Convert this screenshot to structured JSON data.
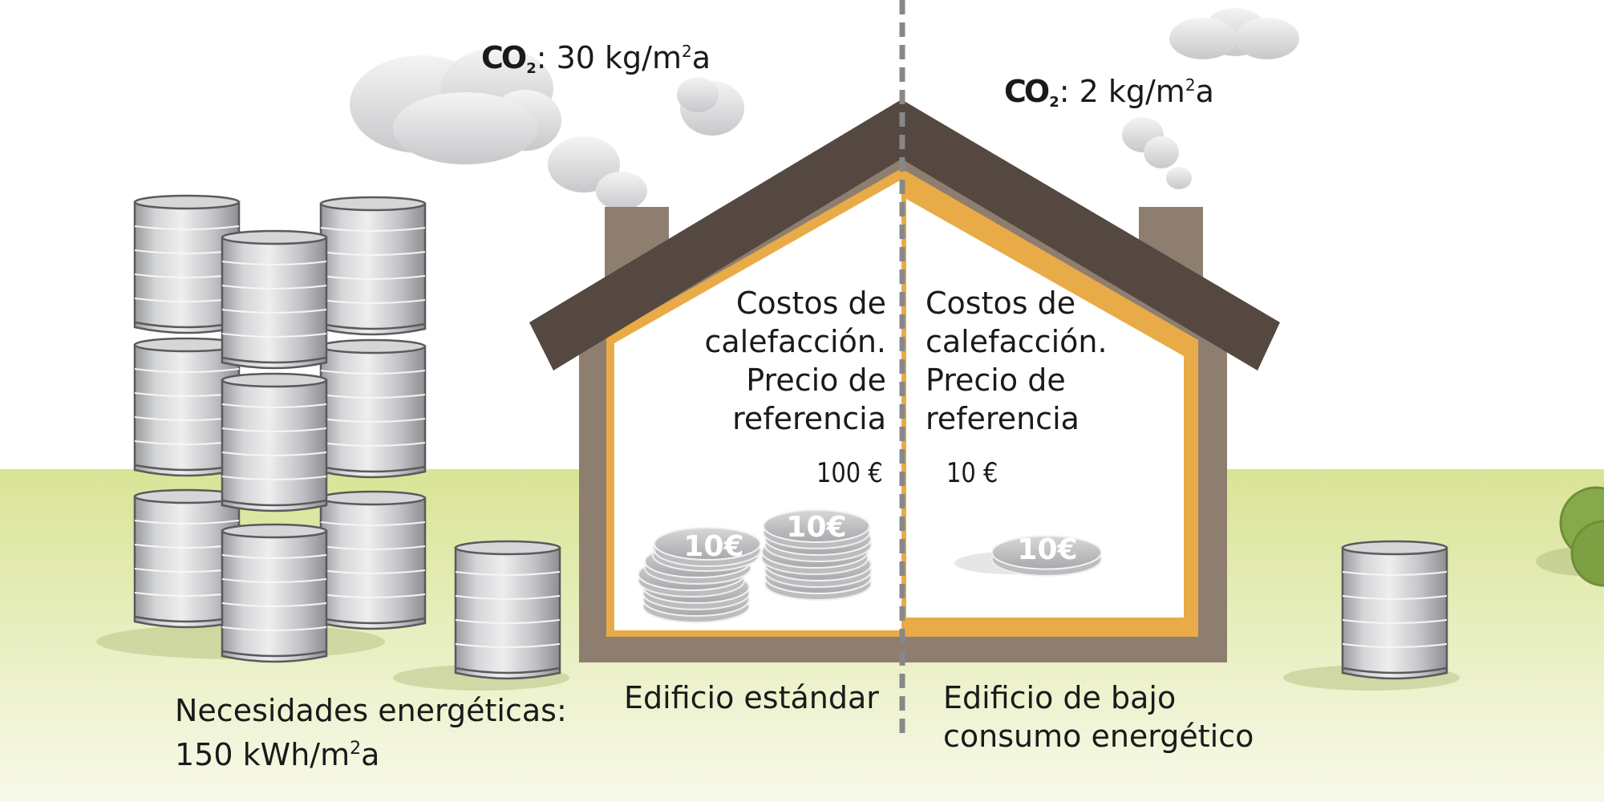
{
  "standard": {
    "co2_label": "CO",
    "co2_sub": "2",
    "co2_value": ": 30 kg/m",
    "co2_exp": "2",
    "co2_unit_tail": "a",
    "heating_line1": "Costos de",
    "heating_line2": "calefacción.",
    "heating_line3": "Precio de",
    "heating_line4": "referencia",
    "price": "100 €",
    "caption": "Edificio estándar"
  },
  "low_energy": {
    "co2_label": "CO",
    "co2_sub": "2",
    "co2_value": ": 2 kg/m",
    "co2_exp": "2",
    "co2_unit_tail": "a",
    "heating_line1": "Costos de",
    "heating_line2": "calefacción.",
    "heating_line3": "Precio de",
    "heating_line4": "referencia",
    "price": "10 €",
    "caption_line1": "Edificio de bajo",
    "caption_line2": "consumo energético"
  },
  "energy_needs": {
    "line1": "Necesidades energéticas:",
    "line2_prefix": "150 kWh/m",
    "line2_exp": "2",
    "line2_tail": "a"
  },
  "coin_label": "10€",
  "colors": {
    "ground": "#dbe59a",
    "roof": "#554840",
    "wall": "#8e7e70",
    "insulation": "#e8ab48",
    "divider": "#888888",
    "barrel": "#c9cacc",
    "cloud": "#e4e4e6"
  }
}
